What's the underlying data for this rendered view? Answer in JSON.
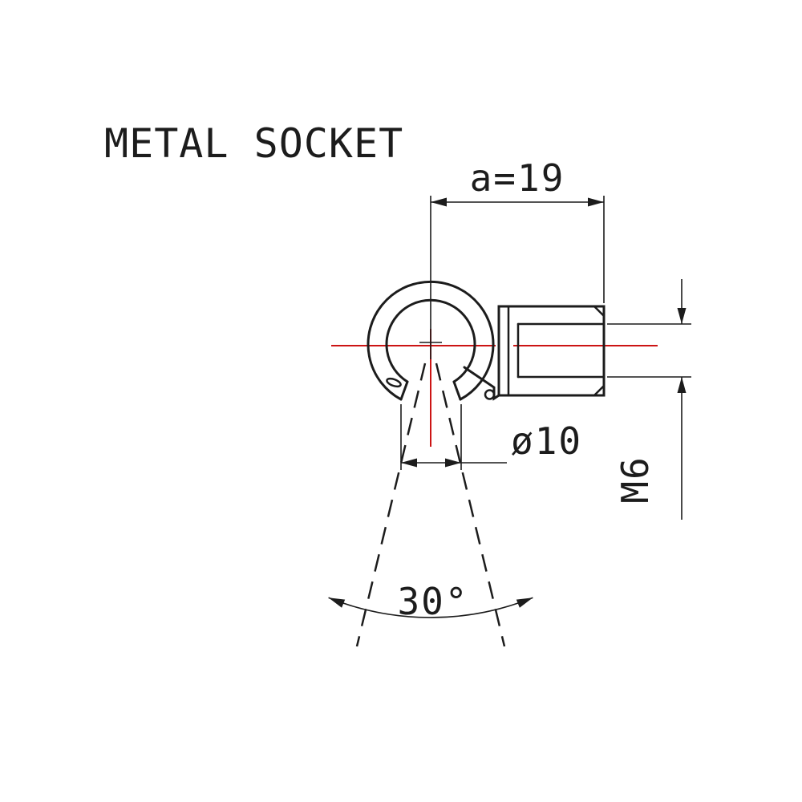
{
  "title": "METAL SOCKET",
  "labels": {
    "width_dim": "a=19",
    "diameter_dim": "ø10",
    "thread_dim": "M6",
    "swing_angle": "30°"
  },
  "colors": {
    "line": "#1c1c1c",
    "centerline": "#cc1414",
    "background": "#ffffff"
  }
}
